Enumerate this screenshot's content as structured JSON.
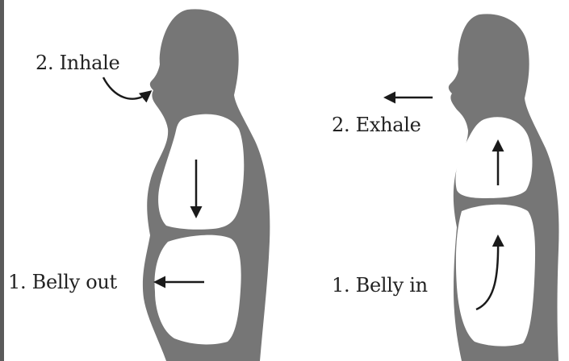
{
  "labels": {
    "inhale": "2. Inhale",
    "exhale": "2. Exhale",
    "belly_out": "1. Belly out",
    "belly_in": "1. Belly in"
  },
  "colors": {
    "silhouette": "#767676",
    "cavity": "#ffffff",
    "arrow": "#1a1a1a",
    "text": "#222222",
    "left_border": "#5b5b5b"
  }
}
